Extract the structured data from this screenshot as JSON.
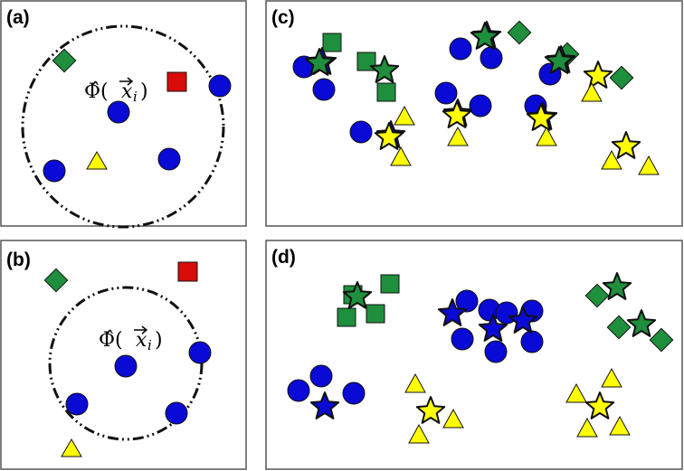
{
  "panels": [
    {
      "id": "a",
      "label": "(a)",
      "operator_text": "Φ̂(",
      "vector_text": "x",
      "subscript": "i",
      "close_paren": ")",
      "shapes": [
        {
          "kind": "diamond",
          "color": "green"
        },
        {
          "kind": "square",
          "color": "red"
        },
        {
          "kind": "circle",
          "color": "blue"
        },
        {
          "kind": "circle",
          "color": "blue"
        },
        {
          "kind": "circle",
          "color": "blue"
        },
        {
          "kind": "circle",
          "color": "blue"
        },
        {
          "kind": "triangle",
          "color": "yellow"
        }
      ]
    },
    {
      "id": "b",
      "label": "(b)",
      "operator_text": "Φ̂(",
      "vector_text": "x",
      "subscript": "i",
      "close_paren": ")",
      "shapes": [
        {
          "kind": "diamond",
          "color": "green"
        },
        {
          "kind": "square",
          "color": "red"
        },
        {
          "kind": "circle",
          "color": "blue"
        },
        {
          "kind": "circle",
          "color": "blue"
        },
        {
          "kind": "circle",
          "color": "blue"
        },
        {
          "kind": "circle",
          "color": "blue"
        },
        {
          "kind": "triangle",
          "color": "yellow"
        }
      ]
    },
    {
      "id": "c",
      "label": "(c)"
    },
    {
      "id": "d",
      "label": "(d)"
    }
  ],
  "colors": {
    "blue": "#0a0ad6",
    "green": "#1e8f3c",
    "red": "#d90b0b",
    "yellow": "#ffff00",
    "outline": "#111111"
  },
  "legend_symbols": {
    "circle": "circle-icon",
    "square": "square-icon",
    "diamond": "diamond-icon",
    "triangle": "triangle-icon",
    "star": "star-icon"
  }
}
